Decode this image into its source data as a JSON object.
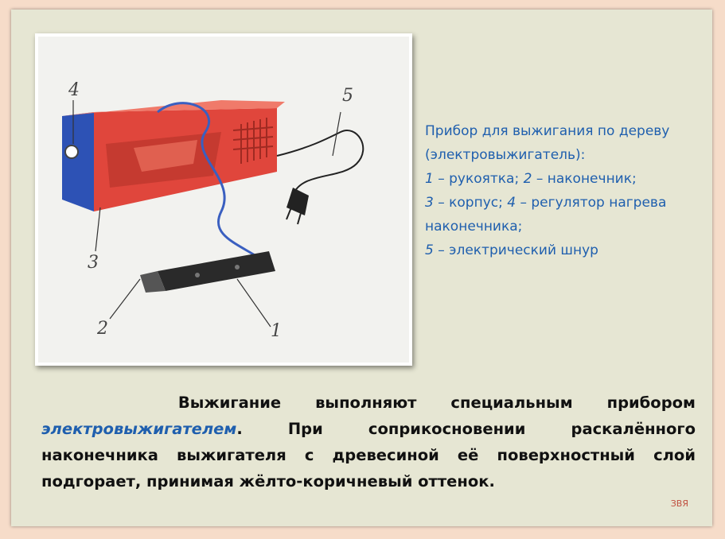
{
  "figure": {
    "labels": {
      "one": "1",
      "two": "2",
      "three": "3",
      "four": "4",
      "five": "5"
    }
  },
  "caption": {
    "title": "Прибор для выжигания по дереву  (электровыжигатель):",
    "items": [
      {
        "num": "1",
        "text": " – рукоятка; "
      },
      {
        "num": "2",
        "text": " – наконечник;"
      },
      {
        "num": "3",
        "text": " – корпус; "
      },
      {
        "num": "4",
        "text": " – регулятор нагрева наконечника;"
      },
      {
        "num": "5",
        "text": " – электрический шнур"
      }
    ]
  },
  "body": {
    "part1": "Выжигание выполняют специальным прибором ",
    "highlight": "электровыжигателем",
    "part2": ". При соприкосновении раскалённого наконечника выжигателя с древесиной её поверхностный слой подгорает, принимая жёлто-коричневый оттенок."
  },
  "watermark": "ЗВЯ",
  "colors": {
    "accent_blue": "#1f5fae",
    "device_red": "#e0463c",
    "device_blue": "#2d52b5"
  }
}
